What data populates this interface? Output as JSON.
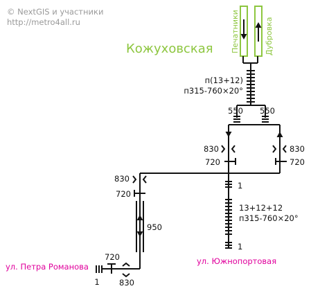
{
  "copyright": {
    "line1": "© NextGIS и участники",
    "line2": "http://metro4all.ru"
  },
  "station": {
    "name": "Кожуховская",
    "platforms": [
      "Печатники",
      "Дубровка"
    ]
  },
  "passage": {
    "upper_label_1": "п(13+12)",
    "upper_label_2": "п315-760×20°",
    "left_stairs": "550",
    "right_stairs": "550",
    "left_turnstile": "830",
    "left_ramp": "720",
    "right_turnstile": "830",
    "right_ramp": "720",
    "center_stairs_top": "1",
    "center_label_1": "13+12+12",
    "center_label_2": "п315-760×20°",
    "center_stairs_bottom": "1",
    "west_turnstile": "830",
    "west_ramp": "720",
    "corridor_width": "950",
    "exit_ramp": "720",
    "exit_stairs": "1",
    "exit_turnstile": "830"
  },
  "streets": {
    "left": "ул. Петра Романова",
    "right": "ул. Южнопортовая"
  },
  "colors": {
    "line": "#8dc63f",
    "street": "#e0009c",
    "path": "#111111",
    "copyright": "#9a9a9a"
  }
}
